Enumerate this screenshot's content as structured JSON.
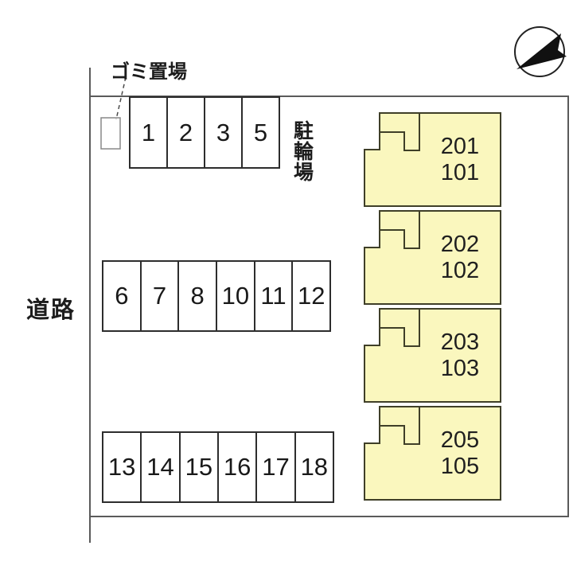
{
  "diagram": {
    "road_label": "道路",
    "garbage_label": "ゴミ置場",
    "bicycle_label": "駐輪場"
  },
  "parking": {
    "row1": [
      "1",
      "2",
      "3",
      "5"
    ],
    "row2": [
      "6",
      "7",
      "8",
      "10",
      "11",
      "12"
    ],
    "row3": [
      "13",
      "14",
      "15",
      "16",
      "17",
      "18"
    ]
  },
  "units": [
    {
      "upper": "201",
      "lower": "101"
    },
    {
      "upper": "202",
      "lower": "102"
    },
    {
      "upper": "203",
      "lower": "103"
    },
    {
      "upper": "205",
      "lower": "105"
    }
  ],
  "icons": {
    "compass": "north-arrow-icon"
  },
  "colors": {
    "unit_fill": "#FAF7BE",
    "unit_stroke": "#3f3f28",
    "boundary_line": "#5a5a5a"
  }
}
